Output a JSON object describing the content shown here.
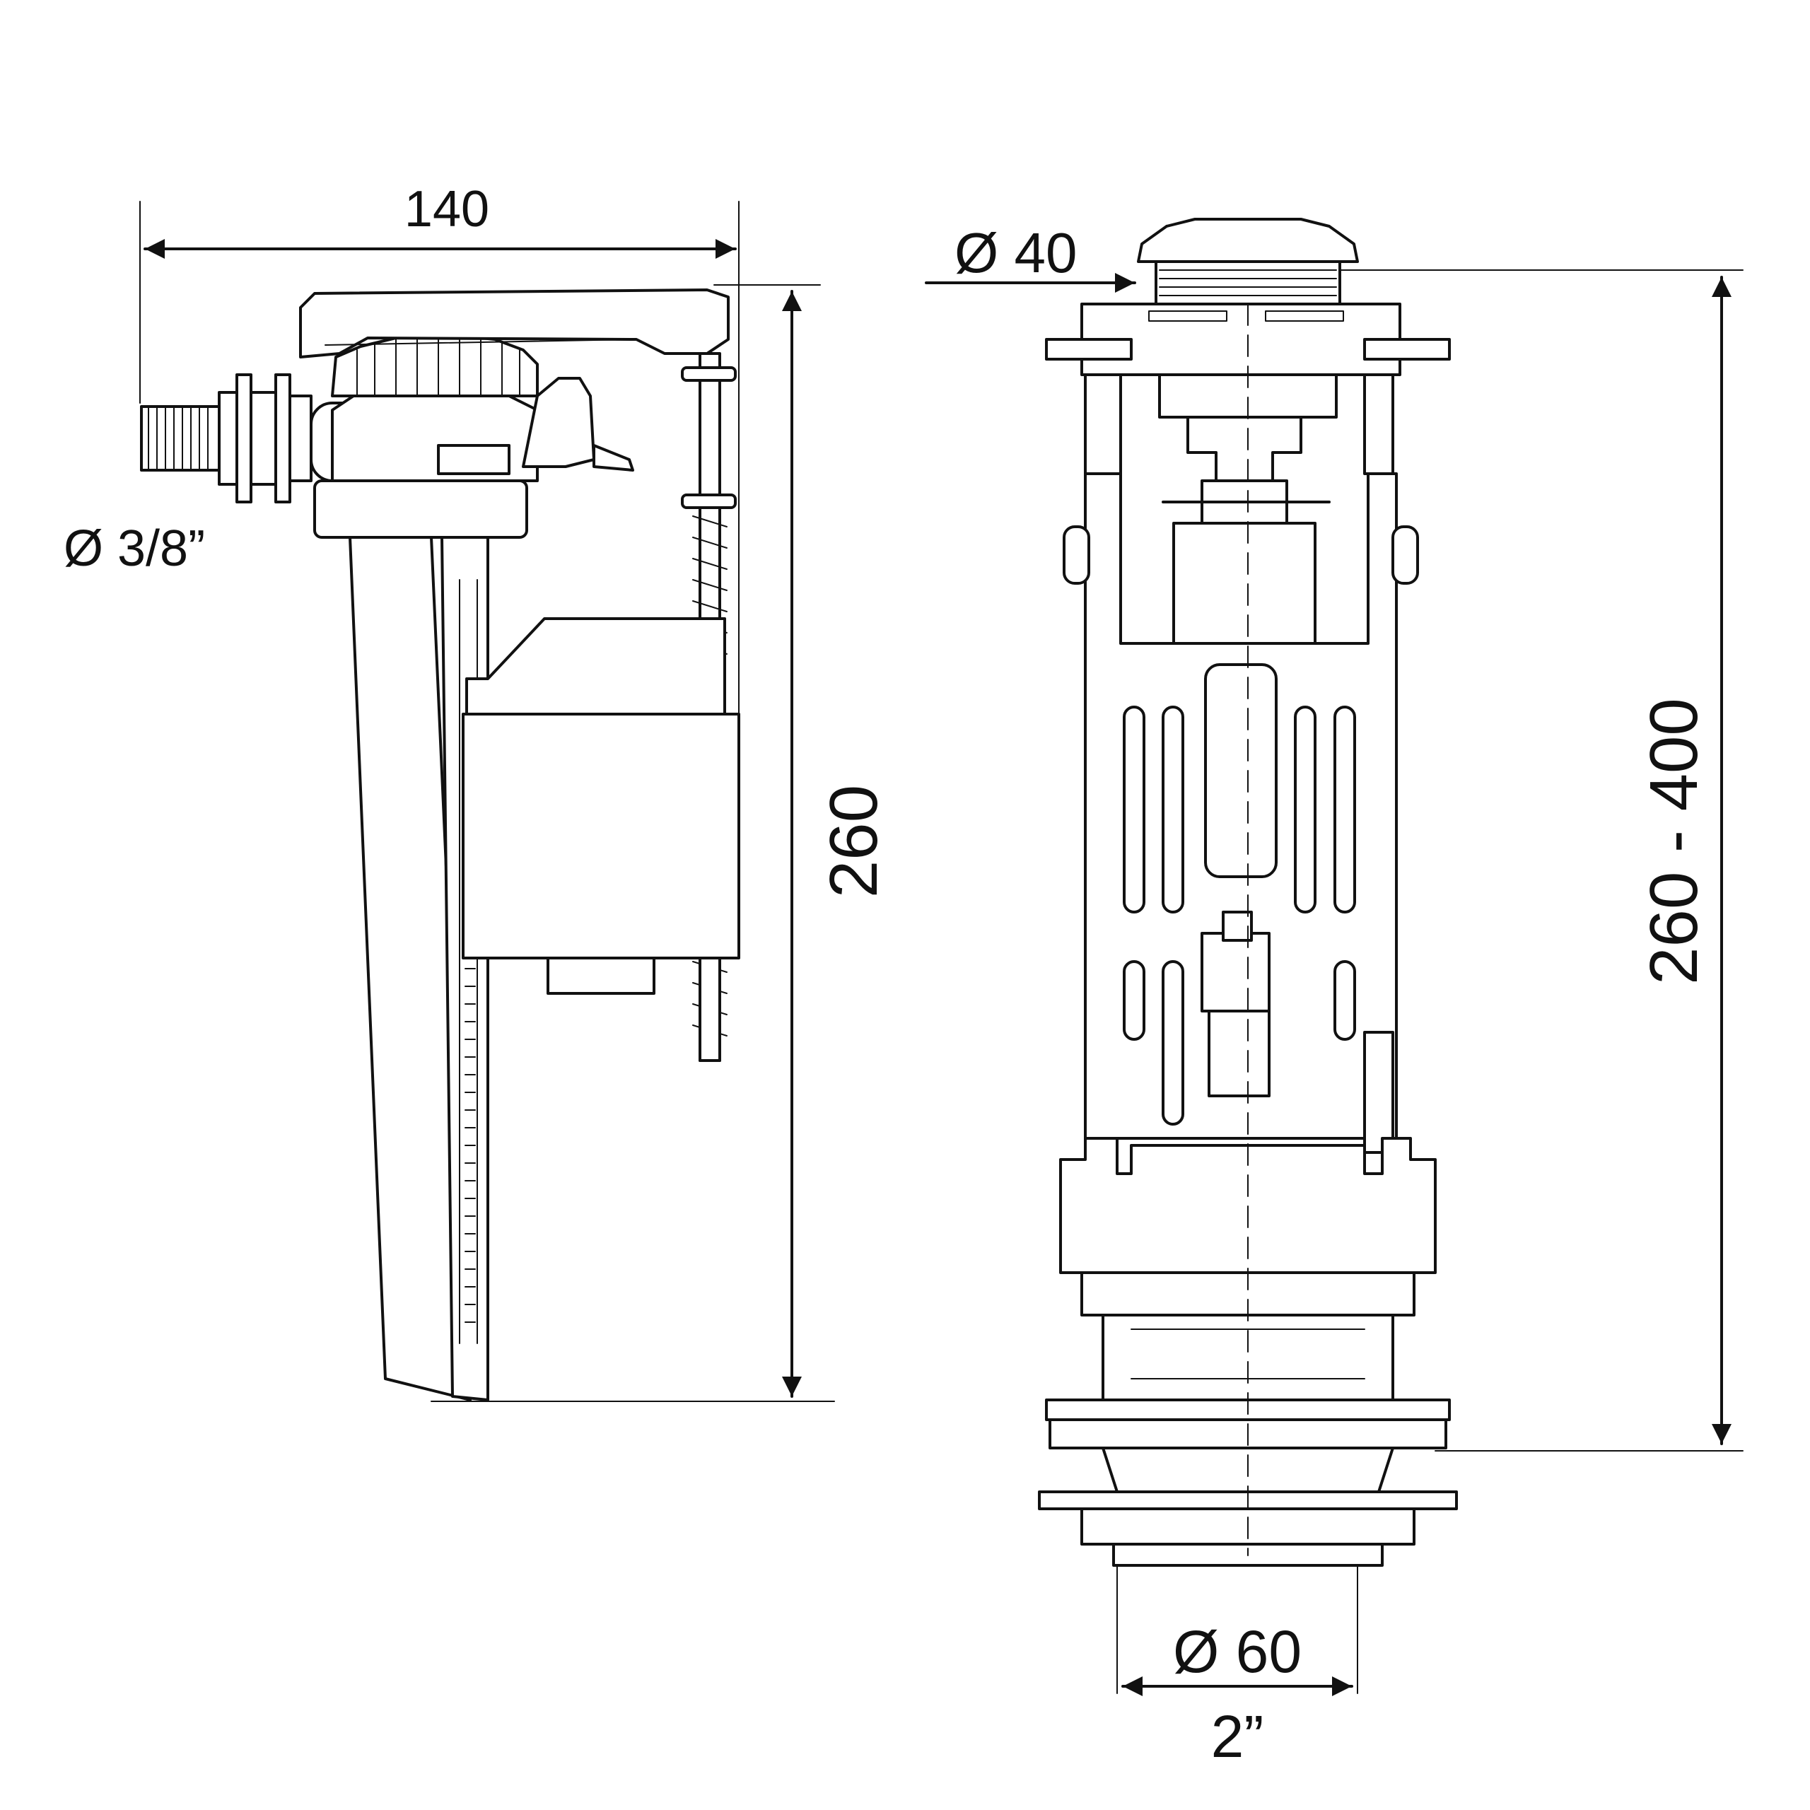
{
  "left_assembly": {
    "width_label": "140",
    "height_label": "260",
    "inlet_label": "Ø 3/8”"
  },
  "right_assembly": {
    "button_label": "Ø 40",
    "height_label": "260 - 400",
    "outlet_label": "Ø 60",
    "outlet_thread_label": "2”"
  },
  "colors": {
    "line": "#111111",
    "background": "#ffffff"
  }
}
